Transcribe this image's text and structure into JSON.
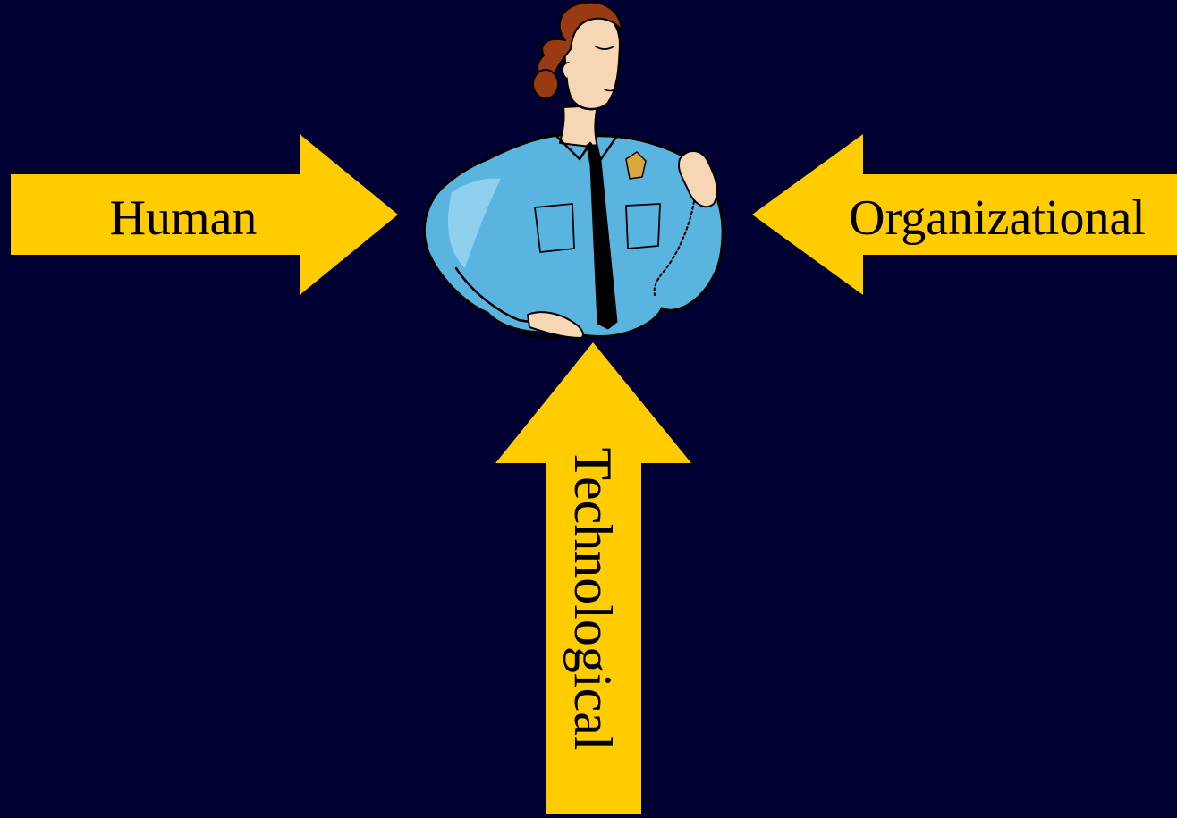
{
  "slide": {
    "background_color": "#000033",
    "arrow_color": "#ffcc00",
    "text_color": "#000000"
  },
  "arrows": {
    "human": {
      "label": "Human",
      "direction": "right"
    },
    "organizational": {
      "label": "Organizational",
      "direction": "left"
    },
    "technological": {
      "label": "Technological",
      "direction": "up"
    }
  },
  "figure": {
    "icon": "police-officer-clipart",
    "uniform_color": "#5ab4e0",
    "hair_color": "#9a3a12",
    "skin_color": "#f6d6b4"
  }
}
